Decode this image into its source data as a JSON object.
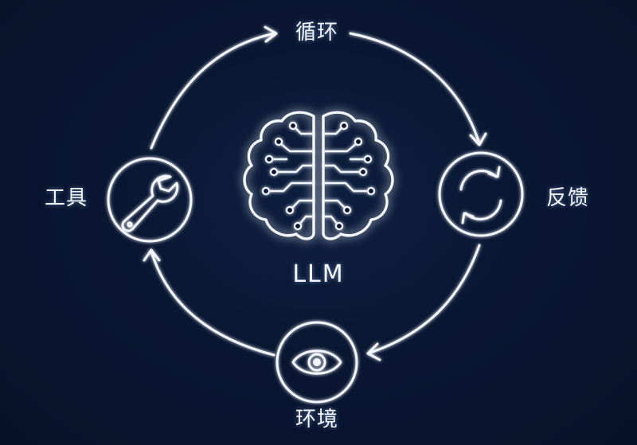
{
  "diagram": {
    "center_label": "LLM",
    "nodes": {
      "top": {
        "label": "循环"
      },
      "left": {
        "label": "工具",
        "icon": "wrench-icon"
      },
      "right": {
        "label": "反馈",
        "icon": "refresh-icon"
      },
      "bottom": {
        "label": "环境",
        "icon": "eye-icon"
      }
    },
    "center_icon": "brain-icon",
    "colors": {
      "background": "#0a1733",
      "stroke": "#f4f7ff",
      "glow": "#9fc2ff"
    }
  }
}
